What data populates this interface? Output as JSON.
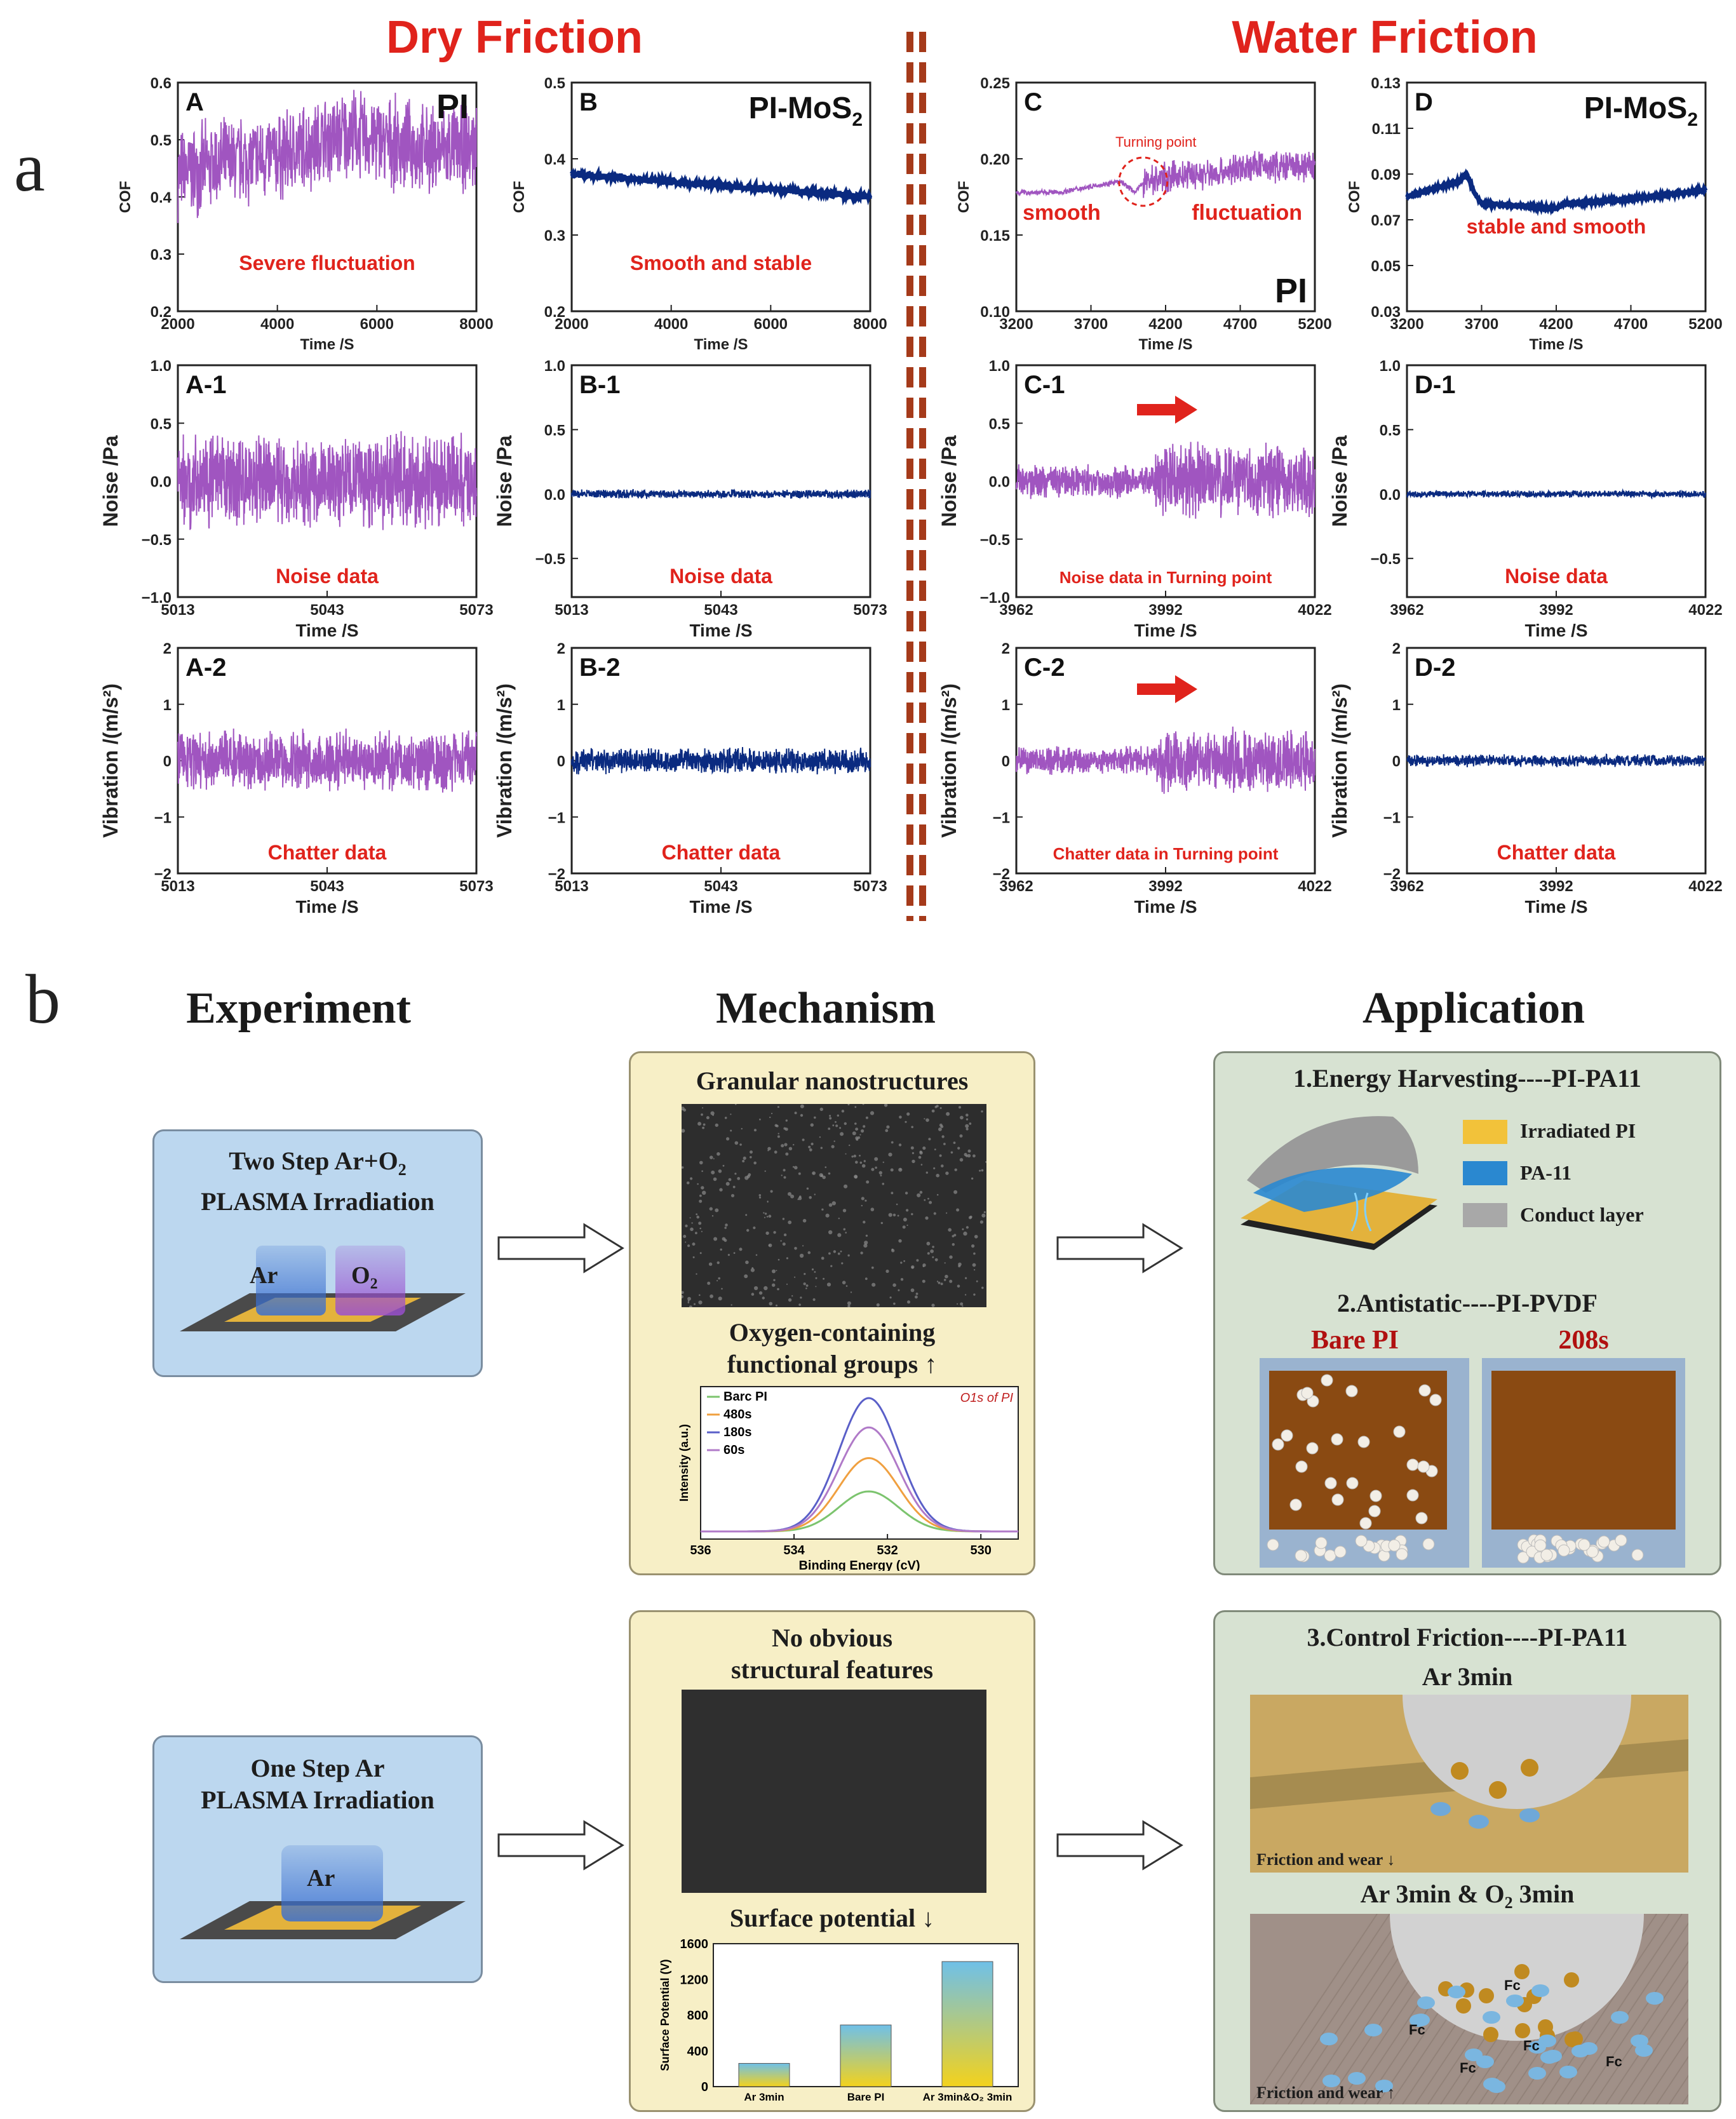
{
  "figure": {
    "label_a": "a",
    "label_b": "b",
    "dry_title": "Dry Friction",
    "water_title": "Water Friction"
  },
  "panels_a": {
    "A": {
      "letter": "A",
      "tag": "PI",
      "annotation": "Severe fluctuation",
      "ylabel": "COF",
      "xlabel": "Time /S"
    },
    "B": {
      "letter": "B",
      "tag": "PI-MoS",
      "annotation": "Smooth and stable",
      "ylabel": "COF",
      "xlabel": "Time /S"
    },
    "C": {
      "letter": "C",
      "tag": "PI",
      "annotation_left": "smooth",
      "annotation_right": "fluctuation",
      "turning": "Turning point",
      "ylabel": "COF",
      "xlabel": "Time /S"
    },
    "D": {
      "letter": "D",
      "tag": "PI-MoS",
      "annotation": "stable and smooth",
      "ylabel": "COF",
      "xlabel": "Time /S"
    },
    "A1": {
      "letter": "A-1",
      "annotation": "Noise data",
      "ylabel": "Noise /Pa",
      "xlabel": "Time /S"
    },
    "B1": {
      "letter": "B-1",
      "annotation": "Noise data",
      "ylabel": "Noise /Pa",
      "xlabel": "Time /S"
    },
    "C1": {
      "letter": "C-1",
      "annotation": "Noise data in Turning point",
      "ylabel": "Noise /Pa",
      "xlabel": "Time /S"
    },
    "D1": {
      "letter": "D-1",
      "annotation": "Noise data",
      "ylabel": "Noise /Pa",
      "xlabel": "Time /S"
    },
    "A2": {
      "letter": "A-2",
      "annotation": "Chatter data",
      "ylabel": "Vibration /(m/s²)",
      "xlabel": "Time /S"
    },
    "B2": {
      "letter": "B-2",
      "annotation": "Chatter data",
      "ylabel": "Vibration /(m/s²)",
      "xlabel": "Time /S"
    },
    "C2": {
      "letter": "C-2",
      "annotation": "Chatter data in Turning point",
      "ylabel": "Vibration /(m/s²)",
      "xlabel": "Time /S"
    },
    "D2": {
      "letter": "D-2",
      "annotation": "Chatter data",
      "ylabel": "Vibration /(m/s²)",
      "xlabel": "Time /S"
    },
    "subscript_2": "2"
  },
  "chart_data": [
    {
      "id": "A",
      "type": "line",
      "color": "#a055c0",
      "xlim": [
        2000,
        8000
      ],
      "ylim": [
        0.2,
        0.6
      ],
      "xticks": [
        "2000",
        "4000",
        "6000",
        "8000"
      ],
      "yticks": [
        "0.2",
        "0.3",
        "0.4",
        "0.5",
        "0.6"
      ],
      "series": [
        {
          "x": [
            2000,
            3000,
            4000,
            5000,
            5500,
            6000,
            7000,
            8000
          ],
          "values": [
            0.44,
            0.46,
            0.47,
            0.5,
            0.51,
            0.5,
            0.48,
            0.49
          ],
          "spread": 0.09
        }
      ]
    },
    {
      "id": "B",
      "type": "line",
      "color": "#0a2a80",
      "xlim": [
        2000,
        8000
      ],
      "ylim": [
        0.2,
        0.5
      ],
      "xticks": [
        "2000",
        "4000",
        "6000",
        "8000"
      ],
      "yticks": [
        "0.2",
        "0.3",
        "0.4",
        "0.5"
      ],
      "series": [
        {
          "x": [
            2000,
            3000,
            4000,
            5000,
            6000,
            7000,
            8000
          ],
          "values": [
            0.38,
            0.375,
            0.37,
            0.365,
            0.36,
            0.355,
            0.35
          ],
          "spread": 0.005
        }
      ]
    },
    {
      "id": "C",
      "type": "line",
      "color": "#a055c0",
      "xlim": [
        3200,
        5200
      ],
      "ylim": [
        0.1,
        0.25
      ],
      "xticks": [
        "3200",
        "3700",
        "4200",
        "4700",
        "5200"
      ],
      "yticks": [
        "0.10",
        "0.15",
        "0.20",
        "0.25"
      ],
      "series": [
        {
          "x": [
            3200,
            3500,
            3700,
            3900,
            4000,
            4050,
            4200,
            4500,
            4800,
            5200
          ],
          "values": [
            0.178,
            0.178,
            0.182,
            0.185,
            0.178,
            0.185,
            0.188,
            0.19,
            0.195,
            0.195
          ],
          "spread": 0.012
        }
      ]
    },
    {
      "id": "D",
      "type": "line",
      "color": "#0a2a80",
      "xlim": [
        3200,
        5200
      ],
      "ylim": [
        0.03,
        0.13
      ],
      "xticks": [
        "3200",
        "3700",
        "4200",
        "4700",
        "5200"
      ],
      "yticks": [
        "0.03",
        "0.05",
        "0.07",
        "0.09",
        "0.11",
        "0.13"
      ],
      "series": [
        {
          "x": [
            3200,
            3400,
            3550,
            3600,
            3650,
            3700,
            4000,
            4200,
            4250,
            4700,
            5200
          ],
          "values": [
            0.08,
            0.084,
            0.087,
            0.09,
            0.082,
            0.077,
            0.076,
            0.075,
            0.077,
            0.079,
            0.083
          ],
          "spread": 0.0005
        }
      ]
    },
    {
      "id": "A1",
      "type": "line",
      "color": "#a055c0",
      "xlim": [
        5013,
        5073
      ],
      "ylim": [
        -1.0,
        1.0
      ],
      "xticks": [
        "5013",
        "5043",
        "5073"
      ],
      "yticks": [
        "−1.0",
        "−0.5",
        "0.0",
        "0.5",
        "1.0"
      ],
      "series": [
        {
          "x": [
            5013,
            5073
          ],
          "values": [
            0,
            0
          ],
          "spread": 0.45
        }
      ]
    },
    {
      "id": "B1",
      "type": "line",
      "color": "#0a2a80",
      "xlim": [
        5013,
        5073
      ],
      "ylim": [
        -0.8,
        1.0
      ],
      "xticks": [
        "5013",
        "5043",
        "5073"
      ],
      "yticks": [
        "−0.5",
        "0.0",
        "0.5",
        "1.0"
      ],
      "series": [
        {
          "x": [
            5013,
            5073
          ],
          "values": [
            0,
            0
          ],
          "spread": 0.04
        }
      ]
    },
    {
      "id": "C1",
      "type": "line",
      "color": "#a055c0",
      "xlim": [
        3962,
        4022
      ],
      "ylim": [
        -1.0,
        1.0
      ],
      "xticks": [
        "3962",
        "3992",
        "4022"
      ],
      "yticks": [
        "−1.0",
        "−0.5",
        "0.0",
        "0.5",
        "1.0"
      ],
      "series": [
        {
          "x": [
            3962,
            4022
          ],
          "values": [
            0,
            0
          ],
          "spread": 0.2
        }
      ]
    },
    {
      "id": "D1",
      "type": "line",
      "color": "#0a2a80",
      "xlim": [
        3962,
        4022
      ],
      "ylim": [
        -0.8,
        1.0
      ],
      "xticks": [
        "3962",
        "3992",
        "4022"
      ],
      "yticks": [
        "−0.5",
        "0.0",
        "0.5",
        "1.0"
      ],
      "series": [
        {
          "x": [
            3962,
            4022
          ],
          "values": [
            0,
            0
          ],
          "spread": 0.03
        }
      ]
    },
    {
      "id": "A2",
      "type": "line",
      "color": "#a055c0",
      "xlim": [
        5013,
        5073
      ],
      "ylim": [
        -2,
        2
      ],
      "xticks": [
        "5013",
        "5043",
        "5073"
      ],
      "yticks": [
        "−2",
        "−1",
        "0",
        "1",
        "2"
      ],
      "series": [
        {
          "x": [
            5013,
            5073
          ],
          "values": [
            0,
            0
          ],
          "spread": 0.6
        }
      ]
    },
    {
      "id": "B2",
      "type": "line",
      "color": "#0a2a80",
      "xlim": [
        5013,
        5073
      ],
      "ylim": [
        -2,
        2
      ],
      "xticks": [
        "5013",
        "5043",
        "5073"
      ],
      "yticks": [
        "−2",
        "−1",
        "0",
        "1",
        "2"
      ],
      "series": [
        {
          "x": [
            5013,
            5073
          ],
          "values": [
            0,
            0
          ],
          "spread": 0.25
        }
      ]
    },
    {
      "id": "C2",
      "type": "line",
      "color": "#a055c0",
      "xlim": [
        3962,
        4022
      ],
      "ylim": [
        -2,
        2
      ],
      "xticks": [
        "3962",
        "3992",
        "4022"
      ],
      "yticks": [
        "−2",
        "−1",
        "0",
        "1",
        "2"
      ],
      "series": [
        {
          "x": [
            3962,
            4022
          ],
          "values": [
            0,
            0
          ],
          "spread": 0.35
        }
      ]
    },
    {
      "id": "D2",
      "type": "line",
      "color": "#0a2a80",
      "xlim": [
        3962,
        4022
      ],
      "ylim": [
        -2,
        2
      ],
      "xticks": [
        "3962",
        "3992",
        "4022"
      ],
      "yticks": [
        "−2",
        "−1",
        "0",
        "1",
        "2"
      ],
      "series": [
        {
          "x": [
            3962,
            4022
          ],
          "values": [
            0,
            0
          ],
          "spread": 0.12
        }
      ]
    },
    {
      "id": "xps",
      "type": "line",
      "title": "O1s of PI",
      "xlabel": "Binding Energy (cV)",
      "ylabel": "Intensity (a.u.)",
      "xlim": [
        536,
        529.2
      ],
      "xticks": [
        "536",
        "534",
        "532",
        "530"
      ],
      "series": [
        {
          "name": "Barc PI",
          "color": "#7cc46e",
          "peak": 0.3
        },
        {
          "name": "480s",
          "color": "#f0a040",
          "peak": 0.55
        },
        {
          "name": "180s",
          "color": "#5a5fc8",
          "peak": 1.0
        },
        {
          "name": "60s",
          "color": "#b07ac8",
          "peak": 0.78
        }
      ],
      "center": 532.4,
      "width": 0.9
    },
    {
      "id": "surface",
      "type": "bar",
      "ylabel": "Surface Potential (V)",
      "ylim": [
        0,
        1600
      ],
      "yticks": [
        "0",
        "400",
        "800",
        "1200",
        "1600"
      ],
      "categories": [
        "Ar 3min",
        "Bare PI",
        "Ar 3min&O₂ 3min"
      ],
      "values": [
        260,
        690,
        1400
      ]
    }
  ],
  "section_b": {
    "col_experiment": "Experiment",
    "col_mechanism": "Mechanism",
    "col_application": "Application",
    "exp1_line1": "Two Step Ar+O",
    "exp1_sub": "2",
    "exp1_line2": "PLASMA Irradiation",
    "exp1_ar": "Ar",
    "exp1_o2": "O",
    "exp2_line1": "One Step Ar",
    "exp2_line2": "PLASMA Irradiation",
    "exp2_ar": "Ar",
    "mech1_title": "Granular nanostructures",
    "mech1_sub1": "Oxygen-containing",
    "mech1_sub2": "functional groups ↑",
    "mech2_title1": "No obvious",
    "mech2_title2": "structural features",
    "mech2_sub": "Surface potential ↓",
    "app1_title": "1.Energy Harvesting----PI-PA11",
    "legend_irr": "Irradiated PI",
    "legend_pa": "PA-11",
    "legend_cond": "Conduct layer",
    "app2_title": "2.Antistatic----PI-PVDF",
    "app2_left": "Bare PI",
    "app2_right": "208s",
    "app3_title": "3.Control Friction----PI-PA11",
    "app3_ar": "Ar 3min",
    "app3_friction1": "Friction and wear ↓",
    "app3_aro2": "Ar 3min & O",
    "app3_aro2_tail": " 3min",
    "app3_friction2": "Friction and wear ↑",
    "fc": "Fc"
  },
  "colors": {
    "purple": "#a055c0",
    "navy": "#0a2a80",
    "red": "#e0231c",
    "divider": "#a53a1a"
  }
}
